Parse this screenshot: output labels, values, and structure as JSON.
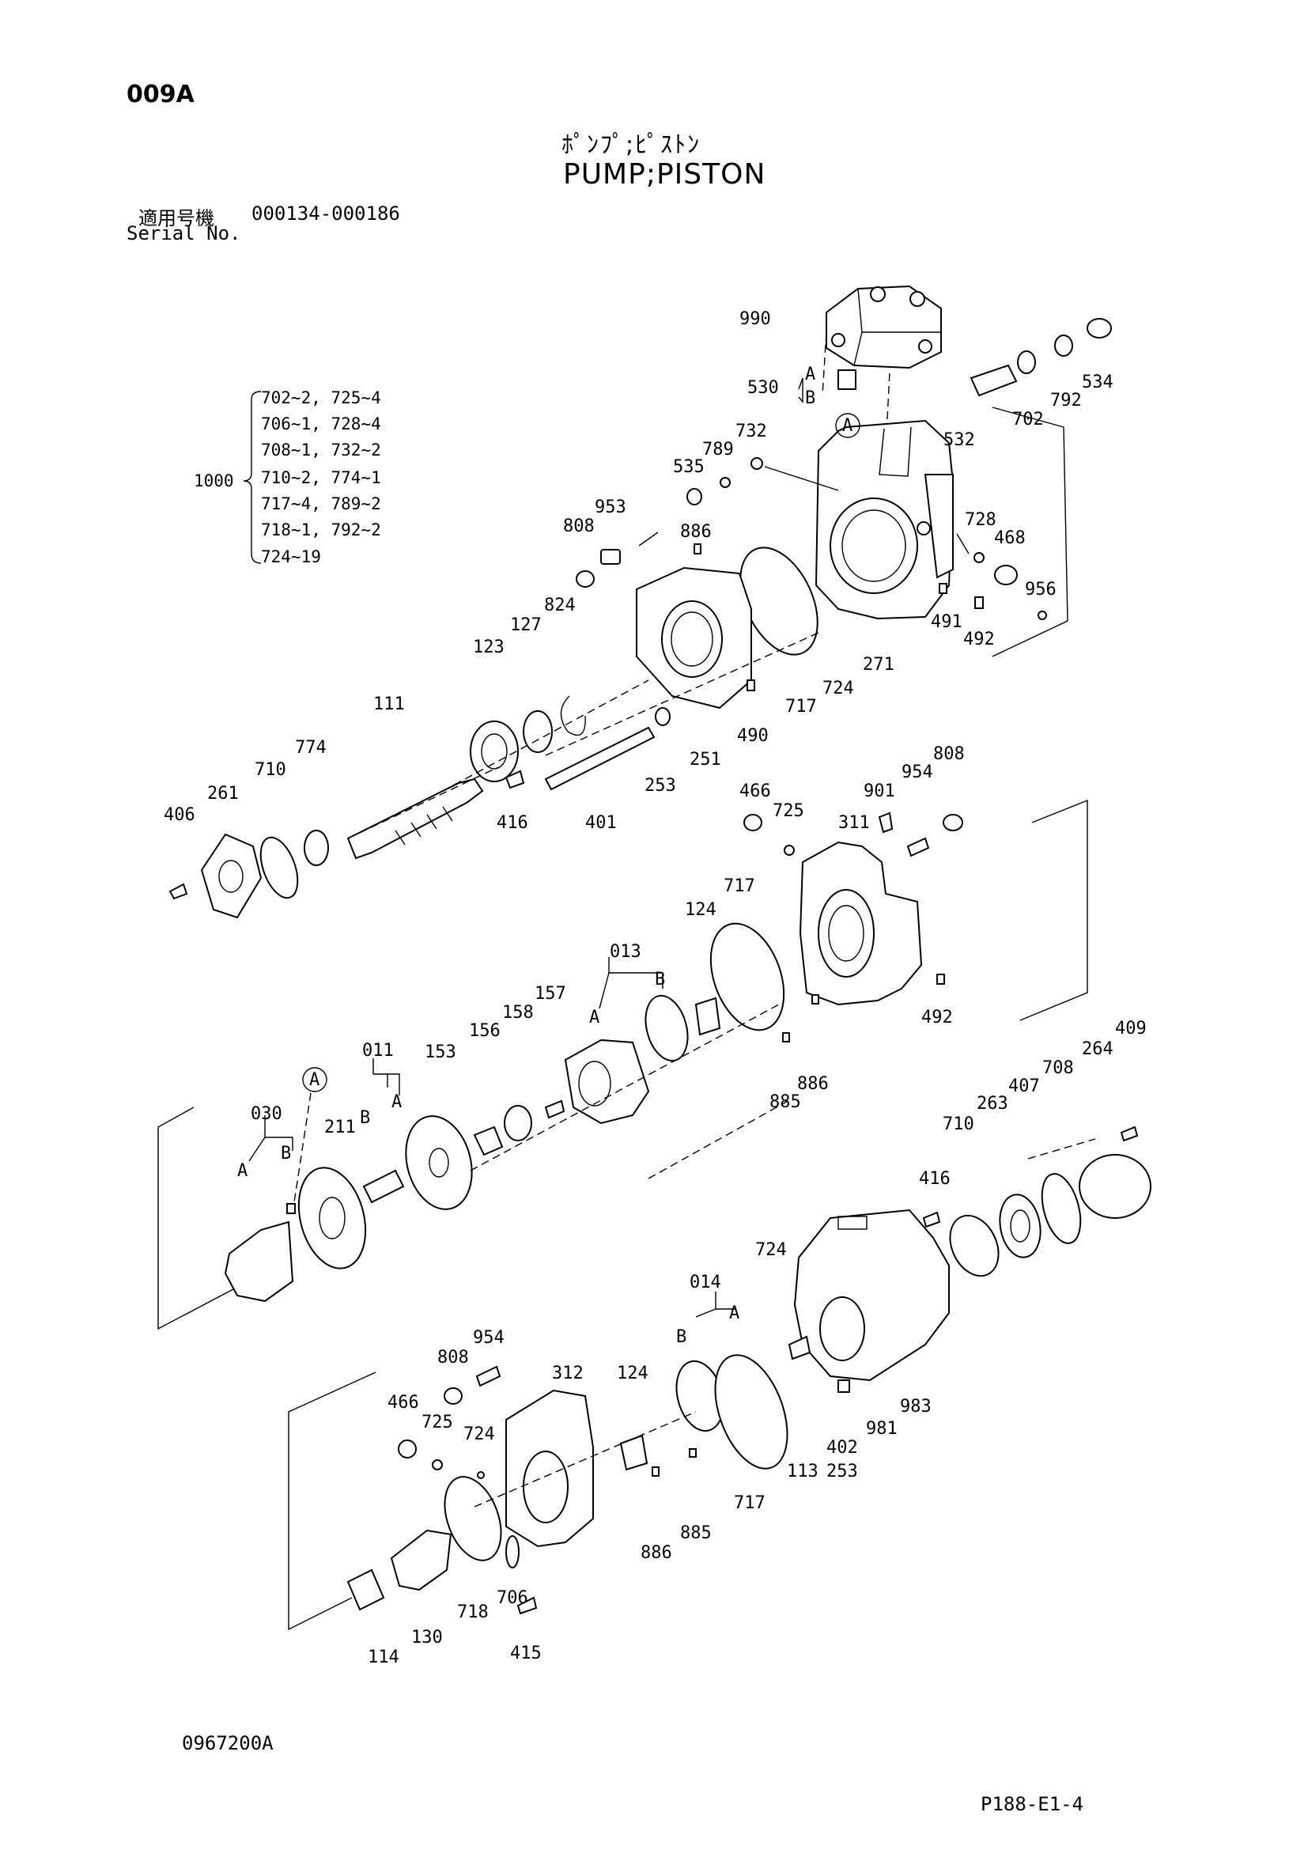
{
  "header": {
    "sheet_code": "009A",
    "title_jp": "ﾎﾟﾝﾌﾟ;ﾋﾟｽﾄﾝ",
    "title_en": "PUMP;PISTON",
    "serial_label_jp": "適用号機",
    "serial_range": "000134-000186",
    "serial_label_en": "Serial No."
  },
  "kit": {
    "number": "1000",
    "lines": [
      "702~2, 725~4",
      "706~1, 728~4",
      "708~1, 732~2",
      "710~2, 774~1",
      "717~4, 789~2",
      "718~1, 792~2",
      "724~19"
    ]
  },
  "part_labels": {
    "p990": "990",
    "p530": "530",
    "p530a": "A",
    "p530b": "B",
    "p534": "534",
    "p792a": "792",
    "p702": "702",
    "p532": "532",
    "pcalloutA1": "A",
    "p732": "732",
    "p789": "789",
    "p535": "535",
    "p953": "953",
    "p808a": "808",
    "p886a": "886",
    "p728": "728",
    "p468": "468",
    "p956": "956",
    "p491": "491",
    "p492a": "492",
    "p271": "271",
    "p724a": "724",
    "p717a": "717",
    "p824": "824",
    "p127": "127",
    "p123": "123",
    "p490": "490",
    "p251": "251",
    "p253a": "253",
    "p111": "111",
    "p774": "774",
    "p710a": "710",
    "p261": "261",
    "p406": "406",
    "p416a": "416",
    "p401": "401",
    "p808b": "808",
    "p954a": "954",
    "p901": "901",
    "p466a": "466",
    "p725a": "725",
    "p311": "311",
    "p717b": "717",
    "p124a": "124",
    "p013": "013",
    "p013b": "B",
    "p013a": "A",
    "p492b": "492",
    "p886b": "886",
    "p885a": "885",
    "p157": "157",
    "p158": "158",
    "p156": "156",
    "p153": "153",
    "p011": "011",
    "p011b": "B",
    "p011a": "A",
    "pcalloutA2": "A",
    "p030": "030",
    "p030b": "B",
    "p030a": "A",
    "p211": "211",
    "p409": "409",
    "p264": "264",
    "p708": "708",
    "p407": "407",
    "p263": "263",
    "p710b": "710",
    "p416b": "416",
    "p724b": "724",
    "p014": "014",
    "p014a": "A",
    "p014b": "B",
    "p981": "981",
    "p983": "983",
    "p402": "402",
    "p253b": "253",
    "p113": "113",
    "p954b": "954",
    "p808c": "808",
    "p312": "312",
    "p124b": "124",
    "p466b": "466",
    "p725b": "725",
    "p724c": "724",
    "p717c": "717",
    "p885b": "885",
    "p886c": "886",
    "p706": "706",
    "p718": "718",
    "p130": "130",
    "p114": "114",
    "p415": "415"
  },
  "footer": {
    "drawing_no": "0967200A",
    "page_ref": "P188-E1-4"
  }
}
